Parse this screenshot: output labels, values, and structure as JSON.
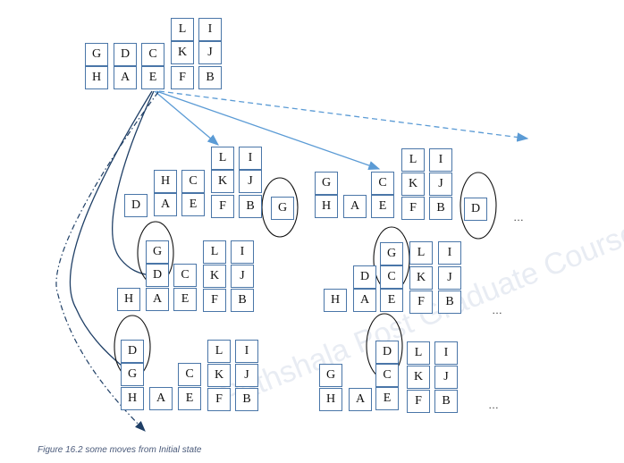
{
  "figure": {
    "caption": "Figure 16.2 some moves from Initial state",
    "ellipsis": "…",
    "watermark": "Pathshala  Post Graduate Courses",
    "colors": {
      "block_border": "#4a76a8",
      "arrow_light": "#5b9bd5",
      "arrow_dark": "#1f3f66"
    }
  },
  "states": [
    {
      "name": "initial",
      "blocks": [
        "G",
        "H",
        "D",
        "A",
        "C",
        "E",
        "L",
        "K",
        "F",
        "I",
        "J",
        "B"
      ]
    },
    {
      "name": "move-g-to-table",
      "blocks": [
        "H",
        "D",
        "A",
        "C",
        "E",
        "L",
        "K",
        "F",
        "I",
        "J",
        "B",
        "G"
      ],
      "highlighted": "G"
    },
    {
      "name": "move-d-to-table",
      "blocks": [
        "G",
        "H",
        "A",
        "C",
        "E",
        "L",
        "K",
        "F",
        "I",
        "J",
        "B",
        "D"
      ],
      "highlighted": "D"
    },
    {
      "name": "move-g-onto-d",
      "blocks": [
        "G",
        "D",
        "A",
        "H",
        "C",
        "E",
        "L",
        "K",
        "F",
        "I",
        "J",
        "B"
      ],
      "highlighted": "G"
    },
    {
      "name": "move-g-onto-c",
      "blocks": [
        "G",
        "C",
        "E",
        "D",
        "A",
        "H",
        "L",
        "K",
        "F",
        "I",
        "J",
        "B"
      ],
      "highlighted": "G"
    },
    {
      "name": "move-d-onto-g",
      "blocks": [
        "D",
        "G",
        "H",
        "A",
        "C",
        "E",
        "L",
        "K",
        "F",
        "I",
        "J",
        "B"
      ],
      "highlighted": "D"
    },
    {
      "name": "move-d-onto-c",
      "blocks": [
        "D",
        "C",
        "E",
        "G",
        "H",
        "A",
        "L",
        "K",
        "F",
        "I",
        "J",
        "B"
      ],
      "highlighted": "D"
    }
  ]
}
